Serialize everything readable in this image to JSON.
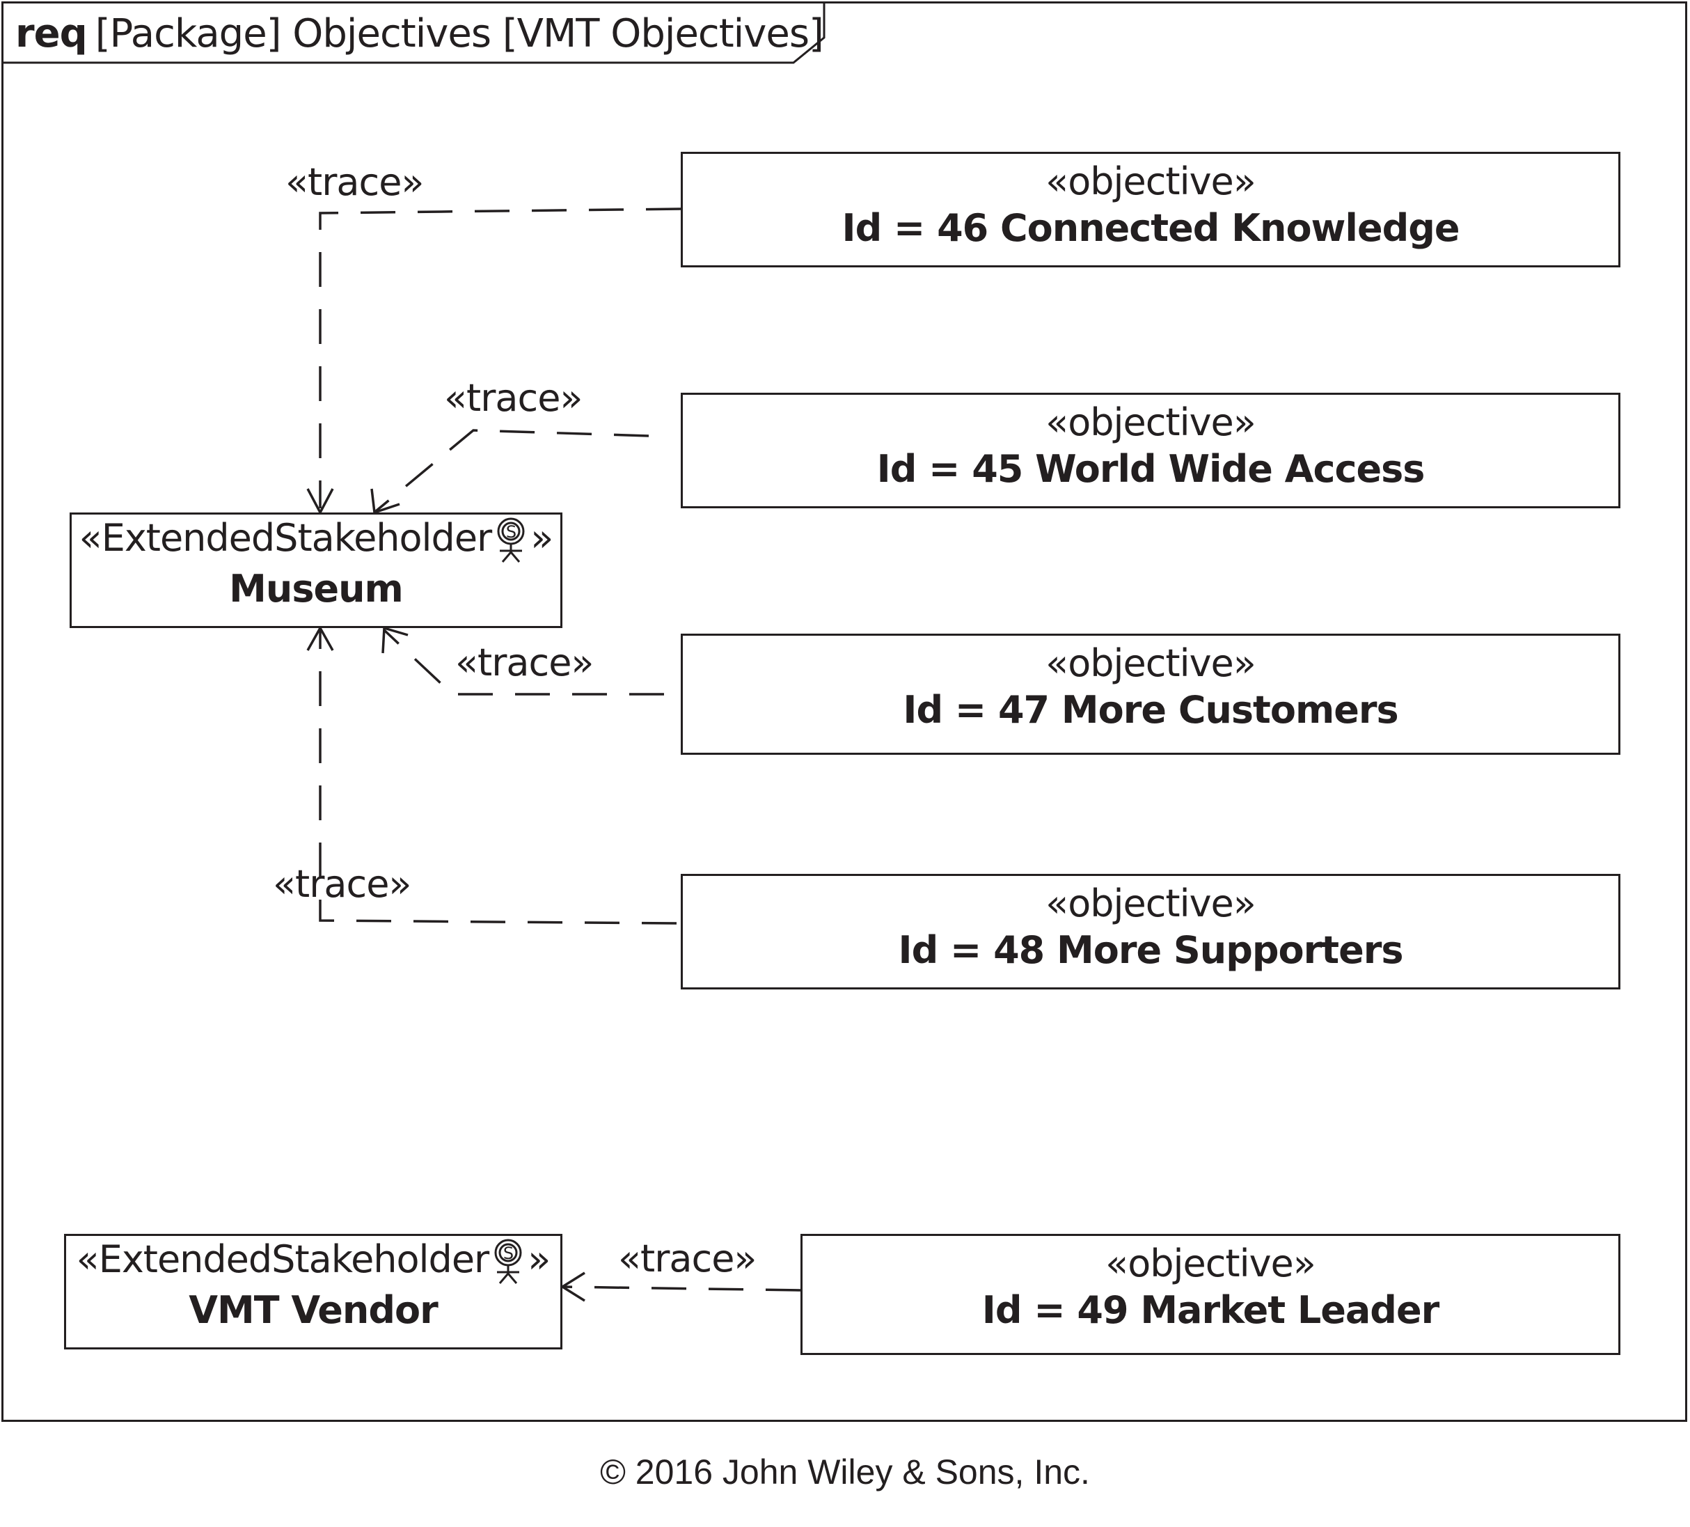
{
  "frame": {
    "kind": "req",
    "title": "[Package] Objectives [VMT Objectives]"
  },
  "stakeholders": [
    {
      "stereotype_pre": "«ExtendedStakeholder",
      "stereotype_post": "»",
      "icon": "stakeholder-icon",
      "name": "Museum"
    },
    {
      "stereotype_pre": "«ExtendedStakeholder",
      "stereotype_post": "»",
      "icon": "stakeholder-icon",
      "name": "VMT Vendor"
    }
  ],
  "objectives": [
    {
      "stereotype": "«objective»",
      "name": "Id = 46 Connected Knowledge"
    },
    {
      "stereotype": "«objective»",
      "name": "Id = 45 World Wide Access"
    },
    {
      "stereotype": "«objective»",
      "name": "Id = 47 More Customers"
    },
    {
      "stereotype": "«objective»",
      "name": "Id = 48 More Supporters"
    },
    {
      "stereotype": "«objective»",
      "name": "Id = 49 Market Leader"
    }
  ],
  "relations": [
    {
      "label": "«trace»",
      "from": "Id = 46 Connected Knowledge",
      "to": "Museum"
    },
    {
      "label": "«trace»",
      "from": "Id = 45 World Wide Access",
      "to": "Museum"
    },
    {
      "label": "«trace»",
      "from": "Id = 47 More Customers",
      "to": "Museum"
    },
    {
      "label": "«trace»",
      "from": "Id = 48 More Supporters",
      "to": "Museum"
    },
    {
      "label": "«trace»",
      "from": "Id = 49 Market Leader",
      "to": "VMT Vendor"
    }
  ],
  "copyright": "© 2016 John Wiley & Sons, Inc."
}
